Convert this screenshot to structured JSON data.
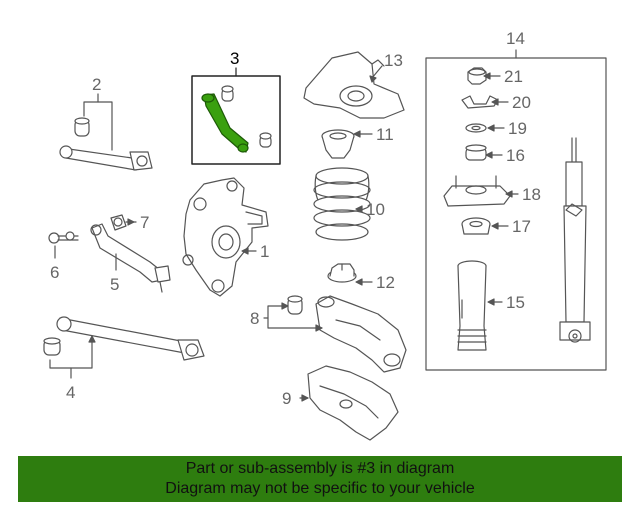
{
  "callouts": {
    "c1": "1",
    "c2": "2",
    "c3": "3",
    "c4": "4",
    "c5": "5",
    "c6": "6",
    "c7": "7",
    "c8": "8",
    "c9": "9",
    "c10": "10",
    "c11": "11",
    "c12": "12",
    "c13": "13",
    "c14": "14",
    "c15": "15",
    "c16": "16",
    "c17": "17",
    "c18": "18",
    "c19": "19",
    "c20": "20",
    "c21": "21"
  },
  "highlight_part": "3",
  "colors": {
    "highlight": "#2e7d0f",
    "line_art": "#555555",
    "callout_text": "#666666",
    "banner_bg": "#2e7d0f"
  },
  "banner": {
    "line1": "Part or sub-assembly is #3 in diagram",
    "line2": "Diagram may not be specific to your vehicle"
  }
}
